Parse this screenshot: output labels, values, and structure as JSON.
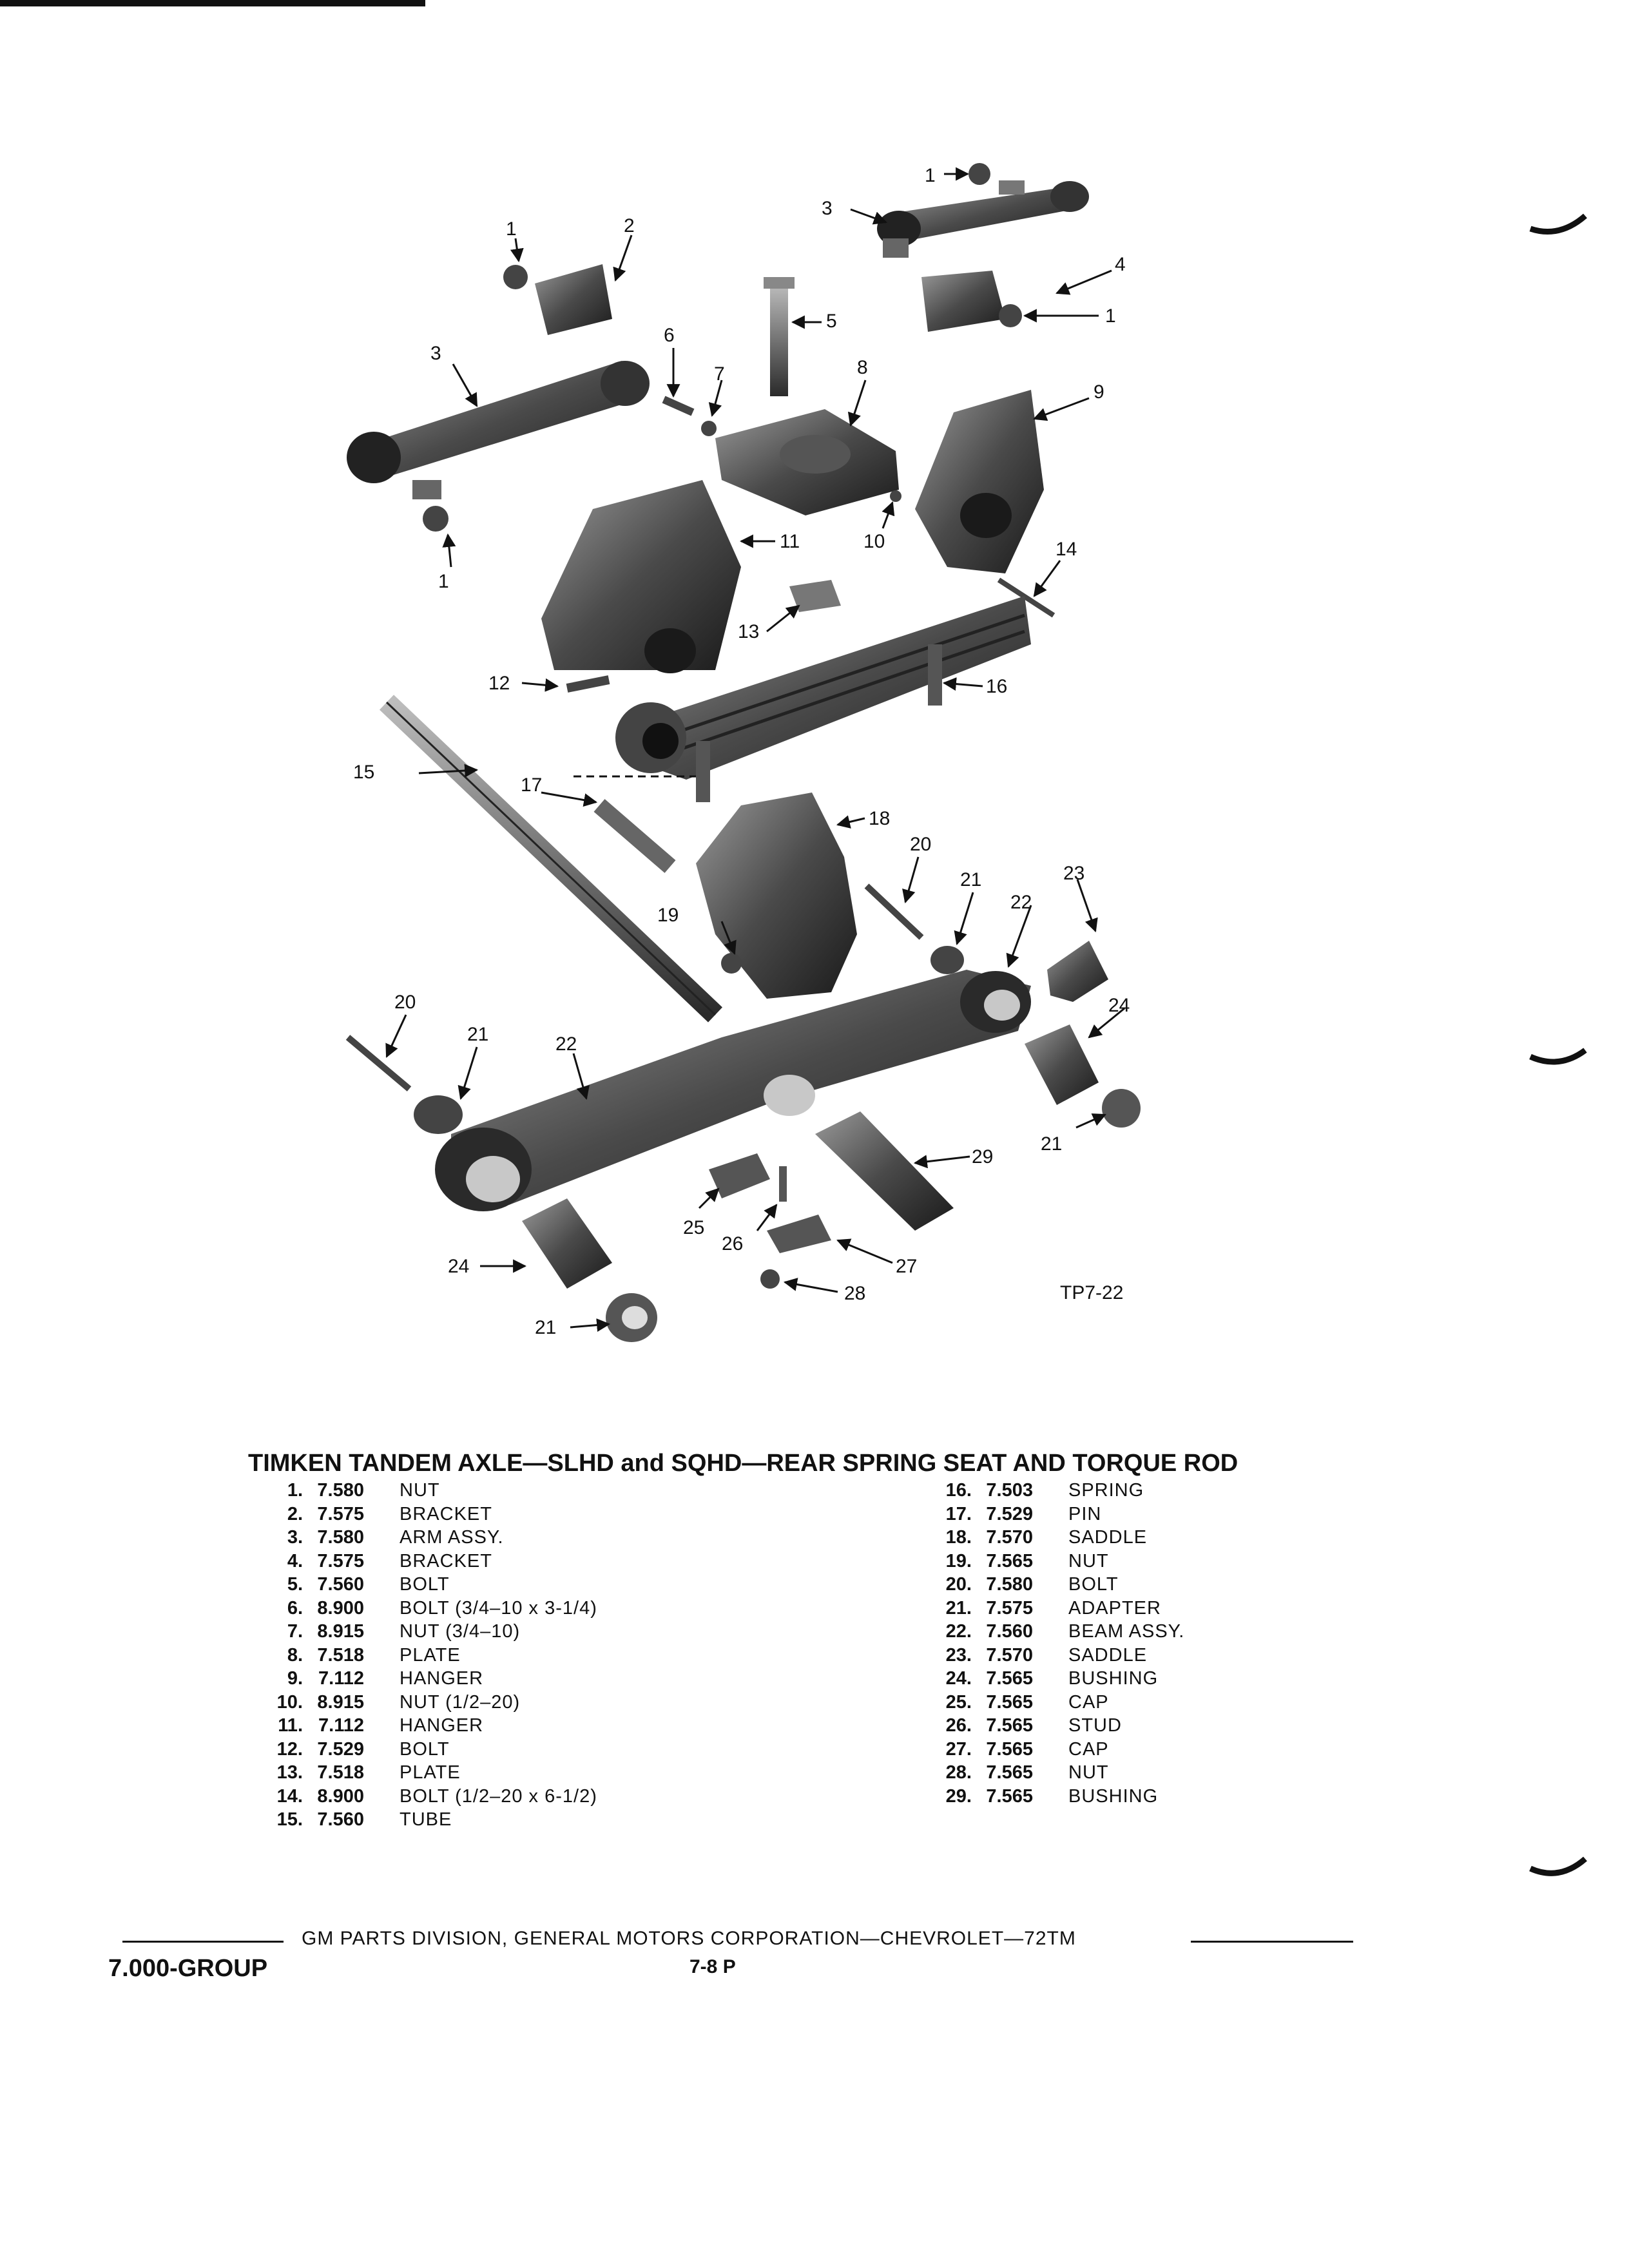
{
  "figure": {
    "id": "TP7-22",
    "callouts": [
      "1",
      "2",
      "3",
      "4",
      "5",
      "6",
      "7",
      "8",
      "9",
      "10",
      "11",
      "12",
      "13",
      "14",
      "15",
      "16",
      "17",
      "18",
      "19",
      "20",
      "21",
      "22",
      "23",
      "24",
      "25",
      "26",
      "27",
      "28",
      "29"
    ]
  },
  "title": "TIMKEN TANDEM AXLE—SLHD and SQHD—REAR SPRING SEAT AND TORQUE ROD",
  "parts_left": [
    {
      "num": "1.",
      "group": "7.580",
      "desc": "NUT"
    },
    {
      "num": "2.",
      "group": "7.575",
      "desc": "BRACKET"
    },
    {
      "num": "3.",
      "group": "7.580",
      "desc": "ARM ASSY."
    },
    {
      "num": "4.",
      "group": "7.575",
      "desc": "BRACKET"
    },
    {
      "num": "5.",
      "group": "7.560",
      "desc": "BOLT"
    },
    {
      "num": "6.",
      "group": "8.900",
      "desc": "BOLT (3/4–10 x 3-1/4)"
    },
    {
      "num": "7.",
      "group": "8.915",
      "desc": "NUT (3/4–10)"
    },
    {
      "num": "8.",
      "group": "7.518",
      "desc": "PLATE"
    },
    {
      "num": "9.",
      "group": "7.112",
      "desc": "HANGER"
    },
    {
      "num": "10.",
      "group": "8.915",
      "desc": "NUT (1/2–20)"
    },
    {
      "num": "11.",
      "group": "7.112",
      "desc": "HANGER"
    },
    {
      "num": "12.",
      "group": "7.529",
      "desc": "BOLT"
    },
    {
      "num": "13.",
      "group": "7.518",
      "desc": "PLATE"
    },
    {
      "num": "14.",
      "group": "8.900",
      "desc": "BOLT (1/2–20 x 6-1/2)"
    },
    {
      "num": "15.",
      "group": "7.560",
      "desc": "TUBE"
    }
  ],
  "parts_right": [
    {
      "num": "16.",
      "group": "7.503",
      "desc": "SPRING"
    },
    {
      "num": "17.",
      "group": "7.529",
      "desc": "PIN"
    },
    {
      "num": "18.",
      "group": "7.570",
      "desc": "SADDLE"
    },
    {
      "num": "19.",
      "group": "7.565",
      "desc": "NUT"
    },
    {
      "num": "20.",
      "group": "7.580",
      "desc": "BOLT"
    },
    {
      "num": "21.",
      "group": "7.575",
      "desc": "ADAPTER"
    },
    {
      "num": "22.",
      "group": "7.560",
      "desc": "BEAM ASSY."
    },
    {
      "num": "23.",
      "group": "7.570",
      "desc": "SADDLE"
    },
    {
      "num": "24.",
      "group": "7.565",
      "desc": "BUSHING"
    },
    {
      "num": "25.",
      "group": "7.565",
      "desc": "CAP"
    },
    {
      "num": "26.",
      "group": "7.565",
      "desc": "STUD"
    },
    {
      "num": "27.",
      "group": "7.565",
      "desc": "CAP"
    },
    {
      "num": "28.",
      "group": "7.565",
      "desc": "NUT"
    },
    {
      "num": "29.",
      "group": "7.565",
      "desc": "BUSHING"
    }
  ],
  "footer": {
    "text": "GM PARTS DIVISION, GENERAL MOTORS CORPORATION—CHEVROLET—72TM",
    "group": "7.000-GROUP",
    "page": "7-8 P"
  }
}
